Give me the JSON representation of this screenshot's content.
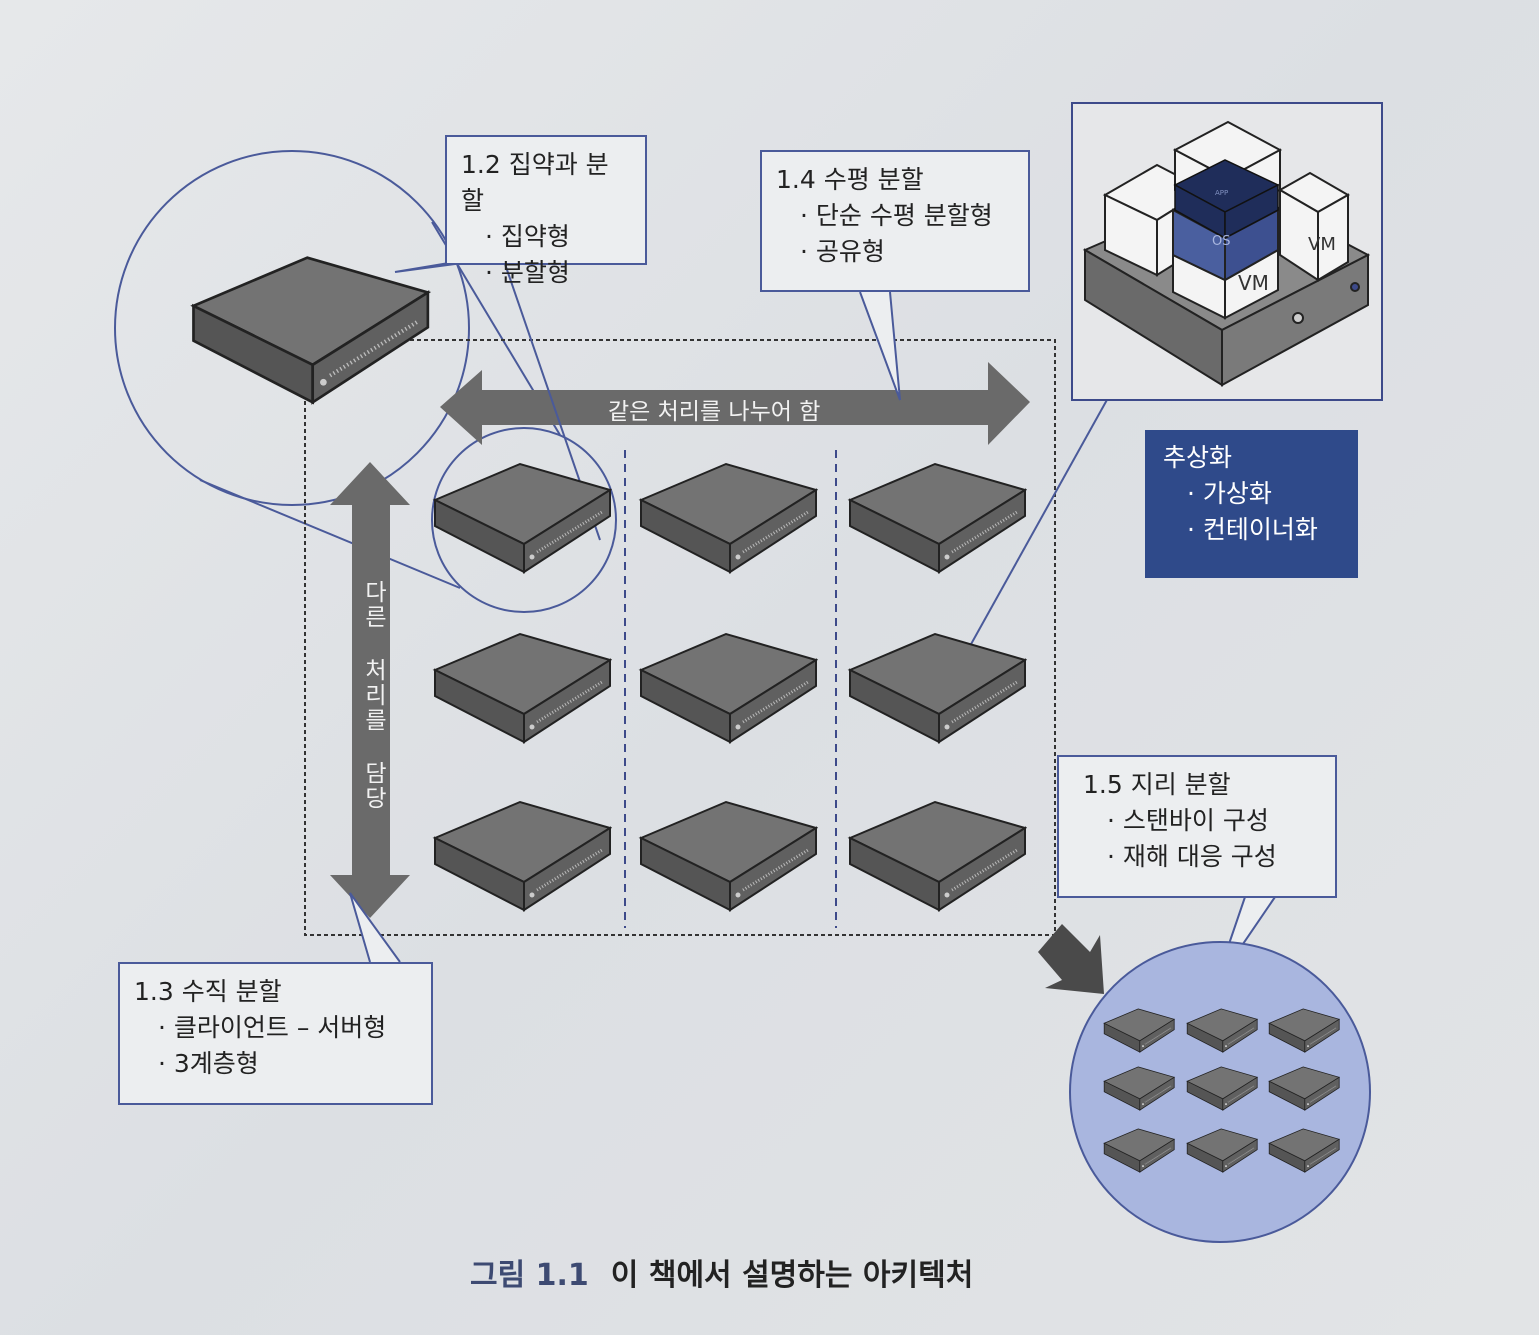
{
  "callouts": {
    "aggregation": {
      "title": "1.2 집약과 분할",
      "items": [
        "집약형",
        "분할형"
      ]
    },
    "horizontal": {
      "title": "1.4 수평 분할",
      "items": [
        "단순 수평 분할형",
        "공유형"
      ]
    },
    "vertical": {
      "title": "1.3 수직 분할",
      "items": [
        "클라이언트 – 서버형",
        "3계층형"
      ]
    },
    "geographic": {
      "title": "1.5 지리 분할",
      "items": [
        "스탠바이 구성",
        "재해 대응 구성"
      ]
    },
    "abstraction": {
      "title": "추상화",
      "items": [
        "가상화",
        "컨테이너화"
      ]
    }
  },
  "arrows": {
    "horizontal": "같은 처리를 나누어 함",
    "vertical": "다른 처리를 담당"
  },
  "vm": {
    "vm_label_1": "VM",
    "vm_label_2": "VM",
    "os_label": "OS",
    "app_label": "APP"
  },
  "caption": {
    "number": "그림 1.1",
    "text": "이 책에서 설명하는 아키텍처"
  },
  "colors": {
    "accent": "#4a5a9a",
    "abstraction_fill": "#2f4a8a",
    "server": "#6e6e6e",
    "region_fill": "#a9b6df"
  }
}
